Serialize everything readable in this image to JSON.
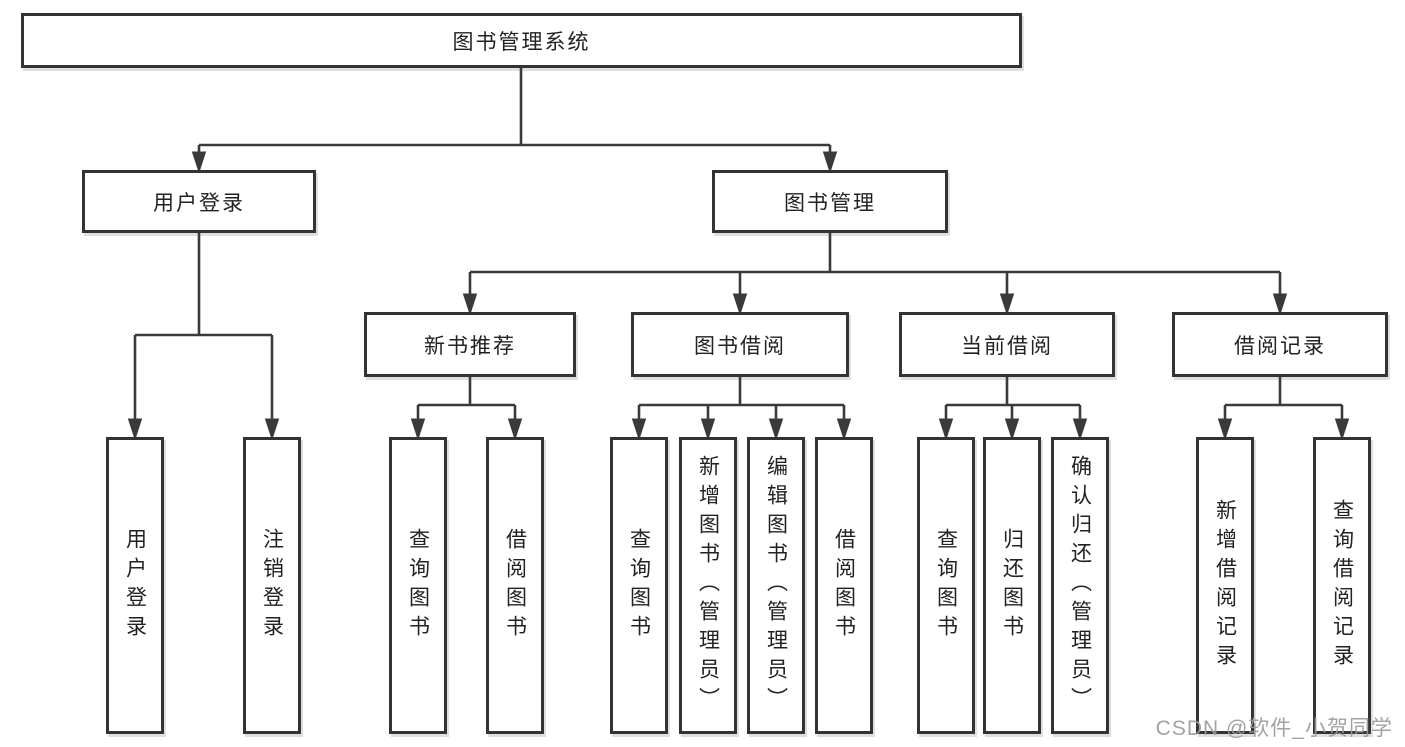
{
  "colors": {
    "line": "#3a3a3a",
    "box-border": "#333333",
    "text": "#222222",
    "watermark": "#9b9b9b",
    "background": "#ffffff"
  },
  "tree": {
    "root": "图书管理系统",
    "branches": [
      {
        "label": "用户登录",
        "children": [
          "用户登录",
          "注销登录"
        ]
      },
      {
        "label": "图书管理",
        "groups": [
          {
            "label": "新书推荐",
            "children": [
              "查询图书",
              "借阅图书"
            ]
          },
          {
            "label": "图书借阅",
            "children": [
              "查询图书",
              "新增图书（管理员）",
              "编辑图书（管理员）",
              "借阅图书"
            ]
          },
          {
            "label": "当前借阅",
            "children": [
              "查询图书",
              "归还图书",
              "确认归还（管理员）"
            ]
          },
          {
            "label": "借阅记录",
            "children": [
              "新增借阅记录",
              "查询借阅记录"
            ]
          }
        ]
      }
    ]
  },
  "watermark": {
    "text": "CSDN @软件_小贺同学"
  }
}
